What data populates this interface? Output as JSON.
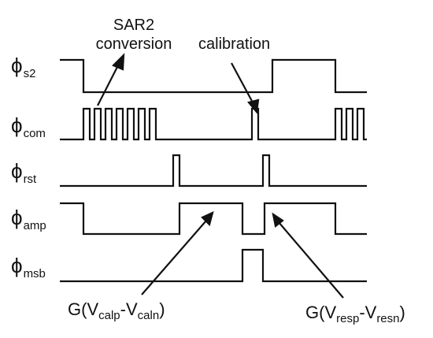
{
  "signals": [
    {
      "symbol": "ϕ",
      "sub": "s2"
    },
    {
      "symbol": "ϕ",
      "sub": "com"
    },
    {
      "symbol": "ϕ",
      "sub": "rst"
    },
    {
      "symbol": "ϕ",
      "sub": "amp"
    },
    {
      "symbol": "ϕ",
      "sub": "msb"
    }
  ],
  "annotations": {
    "sar2_line1": "SAR2",
    "sar2_line2": "conversion",
    "calibration": "calibration"
  },
  "formulas": {
    "left": {
      "open": "G(V",
      "s1": "calp",
      "mid": "-V",
      "s2": "caln",
      "close": ")"
    },
    "right": {
      "open": "G(V",
      "s1": "resp",
      "mid": "-V",
      "s2": "resn",
      "close": ")"
    }
  },
  "colors": {
    "line": "#111111",
    "background": "#ffffff"
  }
}
